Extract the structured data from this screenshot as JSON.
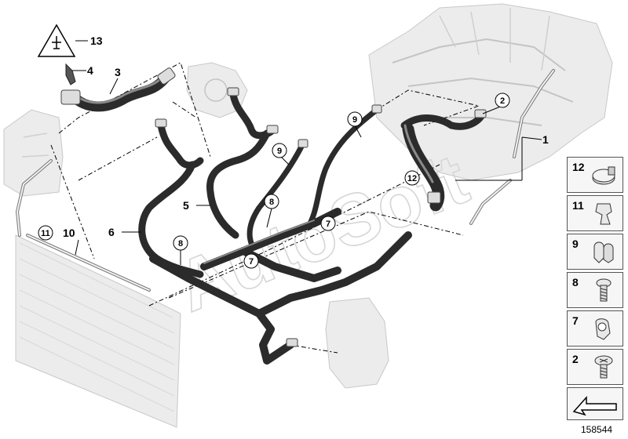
{
  "callouts": {
    "c1": "1",
    "c2": "2",
    "c3": "3",
    "c4": "4",
    "c5": "5",
    "c6": "6",
    "c7a": "7",
    "c7b": "7",
    "c8a": "8",
    "c8b": "8",
    "c9a": "9",
    "c9b": "9",
    "c10": "10",
    "c11": "11",
    "c12": "12",
    "c13": "13"
  },
  "watermark": "AutoSoft",
  "legend": {
    "items": [
      {
        "num": "12",
        "icon": "hose-clamp-icon"
      },
      {
        "num": "11",
        "icon": "clip-icon"
      },
      {
        "num": "9",
        "icon": "double-clip-icon"
      },
      {
        "num": "8",
        "icon": "screw-icon"
      },
      {
        "num": "7",
        "icon": "bracket-clip-icon"
      },
      {
        "num": "2",
        "icon": "bolt-icon"
      }
    ],
    "arrow_icon": "direction-arrow-icon"
  },
  "doc_number": "158544"
}
